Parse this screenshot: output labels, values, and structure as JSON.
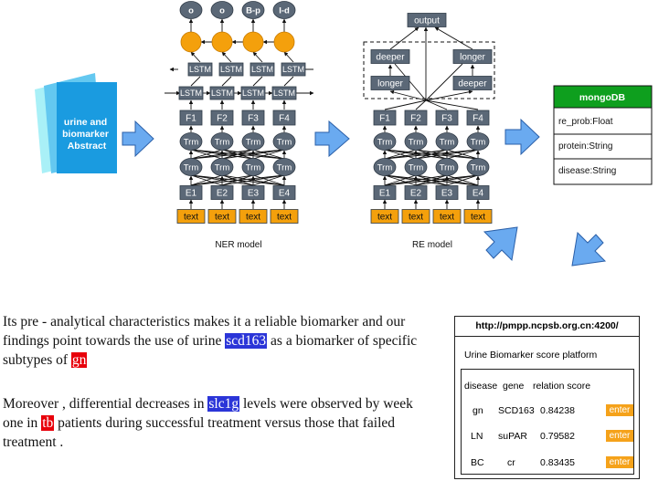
{
  "abstract_label": [
    "urine and",
    "biomarker",
    "Abstract"
  ],
  "ner": {
    "outputs": [
      "o",
      "o",
      "B-p",
      "I-d"
    ],
    "lstm_label": "LSTM",
    "trm_label": "Trm",
    "features": [
      "F1",
      "F2",
      "F3",
      "F4"
    ],
    "embeddings": [
      "E1",
      "E2",
      "E3",
      "E4"
    ],
    "text_label": "text",
    "caption": "NER model"
  },
  "re": {
    "output_label": "output",
    "deeper_label": "deeper",
    "longer_label": "longer",
    "trm_label": "Trm",
    "features": [
      "F1",
      "F2",
      "F3",
      "F4"
    ],
    "embeddings": [
      "E1",
      "E2",
      "E3",
      "E4"
    ],
    "text_label": "text",
    "caption": "RE model"
  },
  "mongodb": {
    "title": "mongoDB",
    "fields": [
      "re_prob:Float",
      "protein:String",
      "disease:String"
    ]
  },
  "paragraph1": {
    "before": "Its pre - analytical characteristics makes it a reliable biomarker and our findings point towards the use of urine ",
    "entity1": "scd163",
    "middle": " as a biomarker of specific subtypes of ",
    "entity2": "gn"
  },
  "paragraph2": {
    "before": "Moreover , differential decreases in ",
    "entity1": "slc1g",
    "middle": " levels were observed by week one in ",
    "entity2": "tb",
    "after": " patients during successful treatment versus those that failed treatment ."
  },
  "platform": {
    "url": "http://pmpp.ncpsb.org.cn:4200/",
    "title": "Urine Biomarker  score platform",
    "headers": [
      "disease",
      "gene",
      "relation score"
    ],
    "rows": [
      {
        "disease": "gn",
        "gene": "SCD163",
        "score": "0.84238"
      },
      {
        "disease": "LN",
        "gene": "suPAR",
        "score": "0.79582"
      },
      {
        "disease": "BC",
        "gene": "cr",
        "score": "0.83435"
      }
    ],
    "button_label": "enter"
  },
  "colors": {
    "box_dark": "#5b6877",
    "ellipse": "#5b6877",
    "orange_circle": "#f4a00c",
    "text_box": "#f4a00c",
    "arrow_fill": "#6aaaf0",
    "abstract_blue": "#1a9be0",
    "mongodb_green": "#0e9f1e",
    "highlight_blue": "#2b35d8",
    "highlight_red": "#e8000b",
    "enter_button": "#f5a21a"
  }
}
